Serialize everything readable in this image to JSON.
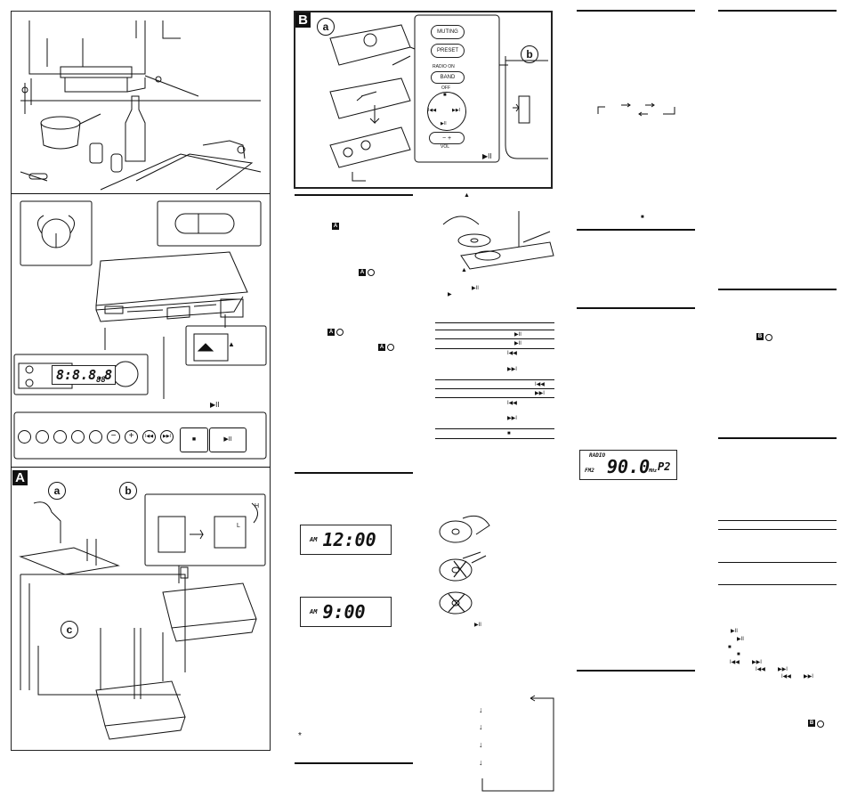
{
  "markers": {
    "section_a": "A",
    "section_b": "B",
    "a": "a",
    "b": "b",
    "c": "c"
  },
  "symbols": {
    "play_pause": "▶II",
    "eject": "▲",
    "prev": "I◀◀",
    "next": "▶▶I",
    "stop": "■",
    "play": "▶",
    "asterisk": "*",
    "down": "↓"
  },
  "remote": {
    "muting": "MUTING",
    "preset": "PRESET",
    "radio_on": "RADIO ON",
    "band": "BAND",
    "off": "OFF",
    "vol": "VOL"
  },
  "display_panel": {
    "main": "8:8.8.8",
    "side": "88"
  },
  "clock": {
    "first": "12:00",
    "second": "9:00",
    "label": "AM"
  },
  "radio": {
    "label": "RADIO",
    "band": "FM2",
    "freq": "90.0",
    "unit": "MHz",
    "preset": "P2"
  },
  "diagram_labels": {
    "h": "H",
    "l": "L"
  },
  "colors": {
    "ink": "#111111",
    "paper": "#ffffff"
  }
}
